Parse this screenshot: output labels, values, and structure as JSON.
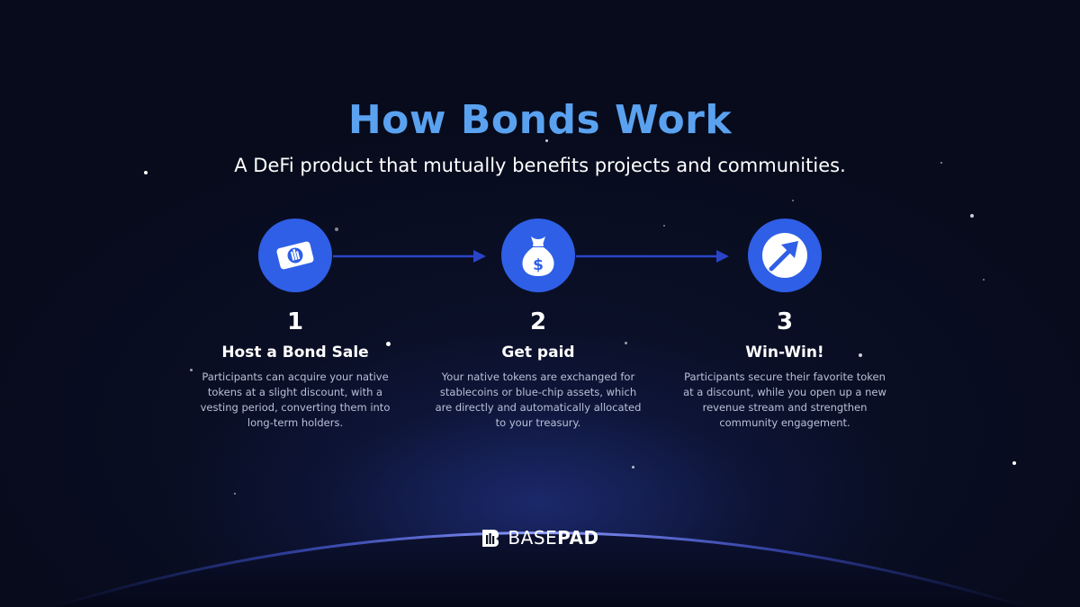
{
  "header": {
    "title": "How Bonds Work",
    "subtitle": "A DeFi product that mutually benefits projects and communities."
  },
  "steps": [
    {
      "number": "1",
      "title": "Host a Bond Sale",
      "description": "Participants can acquire your native tokens at a slight discount, with a vesting period, converting them into long-term holders.",
      "icon": "ticket-icon"
    },
    {
      "number": "2",
      "title": "Get paid",
      "description": "Your native tokens are exchanged for stablecoins or blue-chip assets, which are directly and automatically allocated to your treasury.",
      "icon": "money-bag-icon"
    },
    {
      "number": "3",
      "title": "Win-Win!",
      "description": "Participants secure their favorite token at a discount, while you open up a new revenue stream and strengthen community engagement.",
      "icon": "arrow-up-right-icon"
    }
  ],
  "brand": {
    "name_part1": "BASE",
    "name_part2": "PAD"
  },
  "colors": {
    "background": "#070b1c",
    "title": "#5aa2f0",
    "icon_circle": "#2f5fe6",
    "arrow": "#2a44c8",
    "description": "#b9c0d6"
  }
}
